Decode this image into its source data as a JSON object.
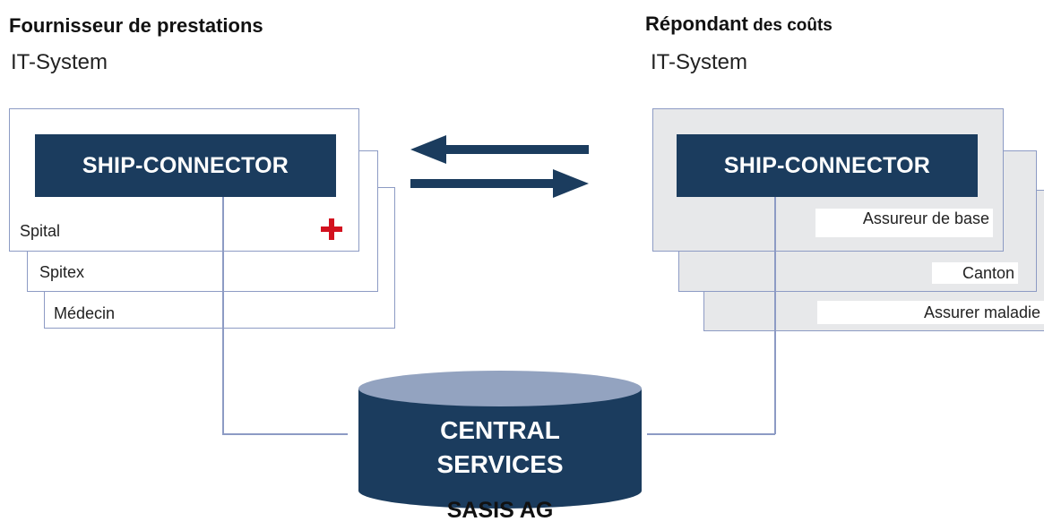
{
  "left": {
    "heading": "Fournisseur de prestations",
    "subheading": "IT-System",
    "connector_label": "SHIP-CONNECTOR",
    "cards": [
      "Spital",
      "Spitex",
      "Médecin"
    ]
  },
  "right": {
    "heading_main": "Répondant",
    "heading_small": " des coûts",
    "subheading": "IT-System",
    "connector_label": "SHIP-CONNECTOR",
    "cards": [
      "Assureur de base",
      "Canton",
      "Assurer maladie"
    ]
  },
  "central": {
    "line1": "CENTRAL",
    "line2": "SERVICES",
    "owner": "SASIS AG"
  },
  "colors": {
    "connector": "#1b3c5e",
    "card_border": "#8d9bc4",
    "card_grey": "#e7e8ea",
    "cross": "#d3121f"
  },
  "icons": [
    "red-cross-icon",
    "arrow-left-icon",
    "arrow-right-icon",
    "database-cylinder-icon"
  ]
}
